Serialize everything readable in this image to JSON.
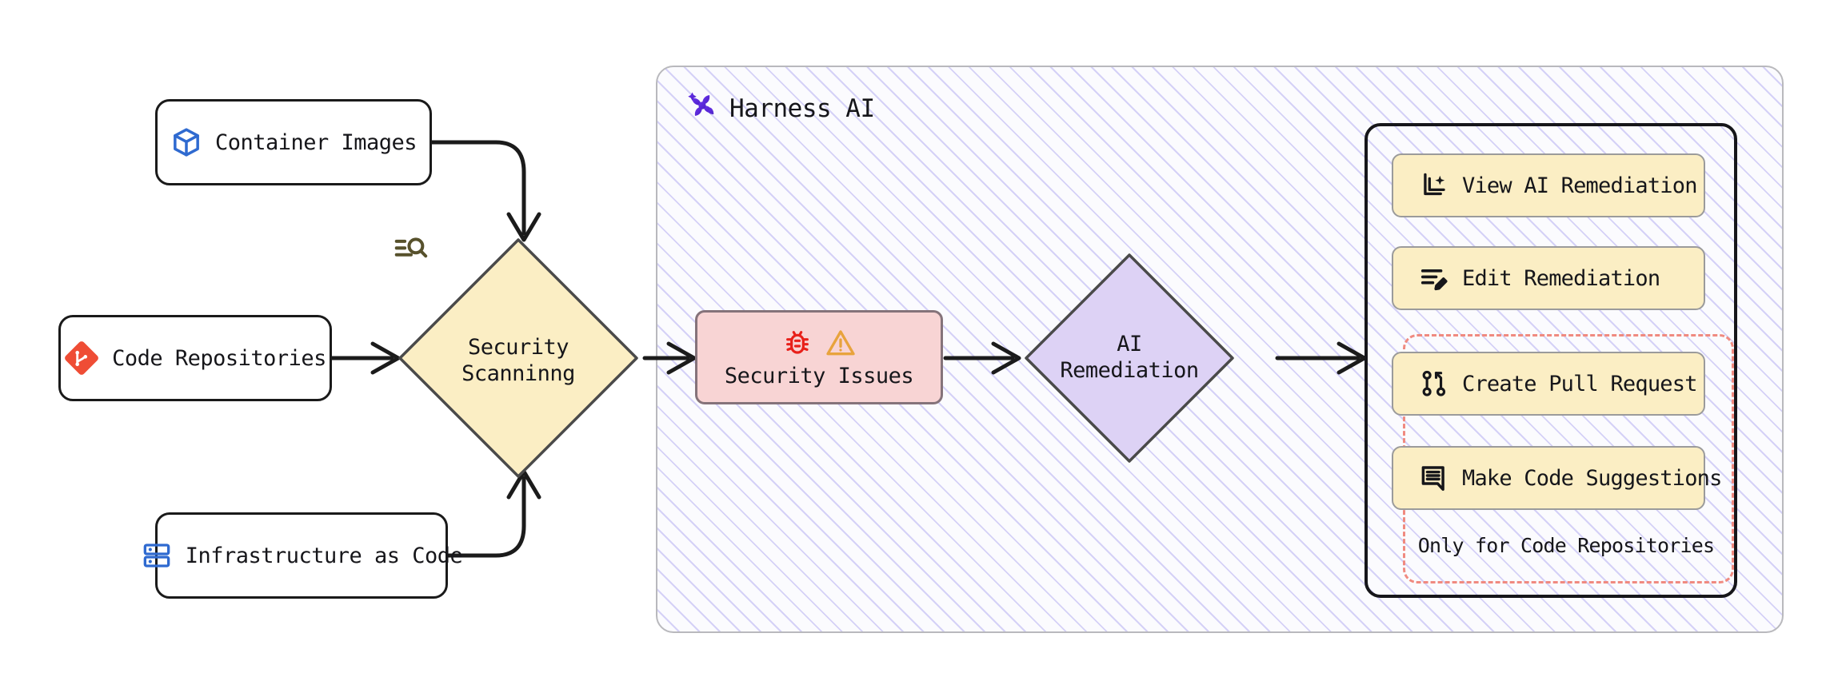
{
  "diagram": {
    "title": "Harness AI Security Remediation Flow",
    "type": "flowchart"
  },
  "sources": [
    {
      "id": "container-images",
      "label": "Container Images",
      "icon": "cube-icon",
      "icon_color": "#2f6ad0"
    },
    {
      "id": "code-repositories",
      "label": "Code Repositories",
      "icon": "git-icon",
      "icon_color": "#ef4d35"
    },
    {
      "id": "infrastructure-as-code",
      "label": "Infrastructure as Code",
      "icon": "server-icon",
      "icon_color": "#2f6ad0"
    }
  ],
  "scanning": {
    "label": "Security\nScanninng",
    "icon": "scan-search-icon",
    "fill": "#fbeec4",
    "stroke": "#4a4a4a"
  },
  "issues": {
    "label": "Security Issues",
    "icons": [
      "bug-icon",
      "warning-triangle-icon"
    ],
    "bug_color": "#e8201a",
    "warning_color": "#e8a33d",
    "fill": "#f8d4d4",
    "stroke": "#85737a"
  },
  "remediation": {
    "label": "AI\nRemediation",
    "fill": "#ddd2f5",
    "stroke": "#4a4a4a"
  },
  "harness": {
    "title": "Harness AI",
    "logo": "harness-pinwheel-logo",
    "logo_color": "#5f2fe0",
    "fill": "#fbfbfe",
    "hatch_color": "#7c70e6",
    "border": "#b9b9bd"
  },
  "actions": {
    "items": [
      {
        "id": "view-ai-remediation",
        "label": "View AI Remediation",
        "icon": "ai-sparkle-frame-icon"
      },
      {
        "id": "edit-remediation",
        "label": "Edit Remediation",
        "icon": "list-pencil-icon"
      },
      {
        "id": "create-pull-request",
        "label": "Create Pull Request",
        "icon": "git-pull-request-icon"
      },
      {
        "id": "make-code-suggestions",
        "label": "Make Code Suggestions",
        "icon": "comment-lines-icon"
      }
    ],
    "dashed_group_caption": "Only for Code Repositories",
    "dashed_color": "#f08a80",
    "box_fill": "#fbeec4",
    "box_stroke": "#9b9b9b",
    "panel_stroke": "#16161a"
  },
  "edges": [
    {
      "from": "container-images",
      "to": "scanning",
      "style": "curved-arrow"
    },
    {
      "from": "code-repositories",
      "to": "scanning",
      "style": "straight-arrow"
    },
    {
      "from": "infrastructure-as-code",
      "to": "scanning",
      "style": "curved-arrow"
    },
    {
      "from": "scanning",
      "to": "issues",
      "style": "straight-arrow"
    },
    {
      "from": "issues",
      "to": "remediation",
      "style": "straight-arrow"
    },
    {
      "from": "remediation",
      "to": "actions",
      "style": "straight-arrow"
    }
  ]
}
